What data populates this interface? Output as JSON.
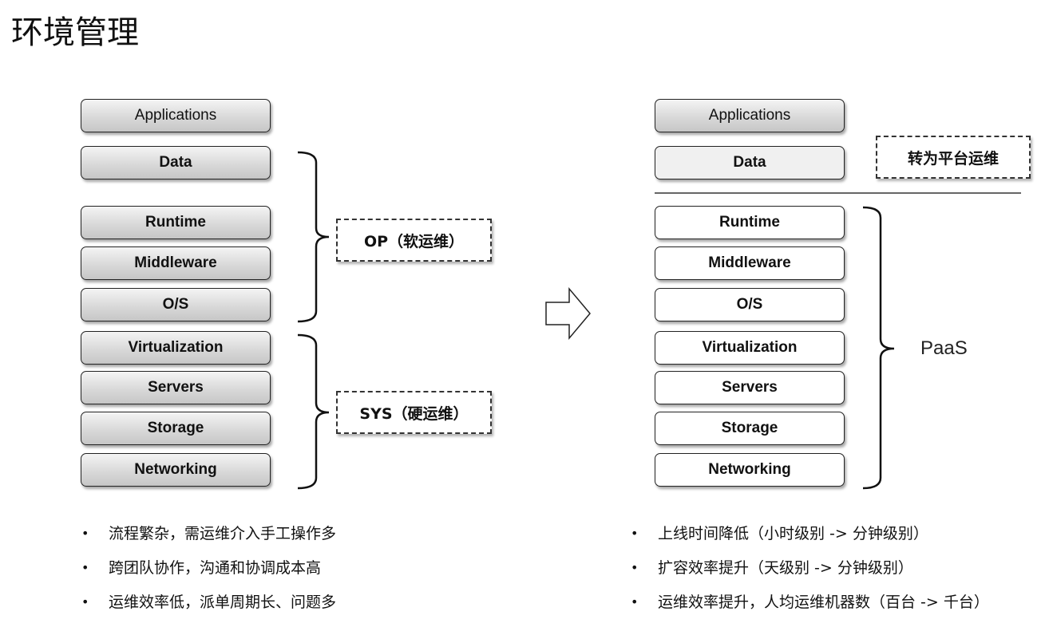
{
  "title": "环境管理",
  "left_stack": {
    "layers": [
      "Applications",
      "Data",
      "Runtime",
      "Middleware",
      "O/S",
      "Virtualization",
      "Servers",
      "Storage",
      "Networking"
    ],
    "op_label": "OP（软运维）",
    "sys_label": "SYS（硬运维）"
  },
  "right_stack": {
    "layers": [
      "Applications",
      "Data",
      "Runtime",
      "Middleware",
      "O/S",
      "Virtualization",
      "Servers",
      "Storage",
      "Networking"
    ],
    "platform_label": "转为平台运维",
    "paas_label": "PaaS"
  },
  "left_bullets": [
    "流程繁杂，需运维介入手工操作多",
    "跨团队协作，沟通和协调成本高",
    "运维效率低，派单周期长、问题多"
  ],
  "right_bullets": [
    "上线时间降低（小时级别 -> 分钟级别）",
    "扩容效率提升（天级别 -> 分钟级别）",
    "运维效率提升，人均运维机器数（百台 -> 千台）"
  ],
  "bullet_symbol": "•",
  "icons": {
    "transition": "arrow-right-icon"
  }
}
